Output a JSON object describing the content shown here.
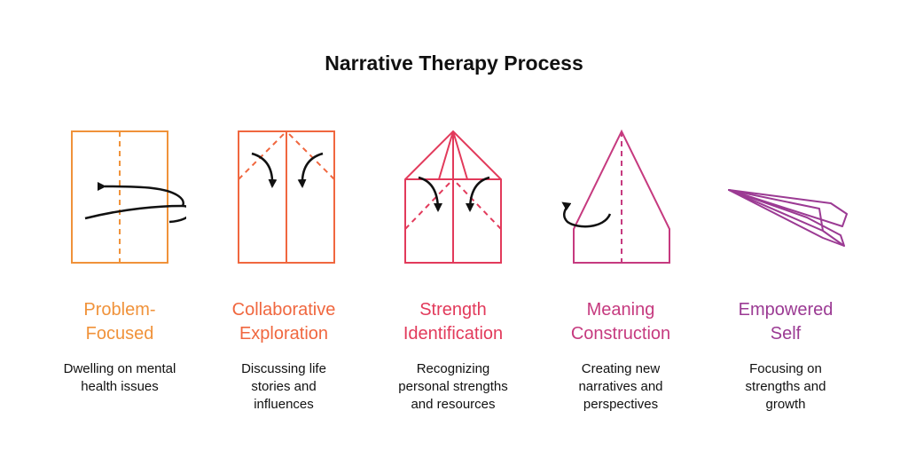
{
  "title": "Narrative Therapy Process",
  "colors": {
    "step1": "#f0923a",
    "step2": "#f0673f",
    "step3": "#e23a5b",
    "step4": "#c63a7f",
    "step5": "#9b3a93",
    "arrow": "#111111"
  },
  "steps": [
    {
      "label": "Problem-\nFocused",
      "description": "Dwelling on mental\nhealth issues",
      "icon": "folded-paper-stage-1-icon"
    },
    {
      "label": "Collaborative\nExploration",
      "description": "Discussing life\nstories and\ninfluences",
      "icon": "folded-paper-stage-2-icon"
    },
    {
      "label": "Strength\nIdentification",
      "description": "Recognizing\npersonal strengths\nand resources",
      "icon": "folded-paper-stage-3-icon"
    },
    {
      "label": "Meaning\nConstruction",
      "description": "Creating new\nnarratives and\nperspectives",
      "icon": "folded-paper-stage-4-icon"
    },
    {
      "label": "Empowered\nSelf",
      "description": "Focusing on\nstrengths and\ngrowth",
      "icon": "paper-airplane-icon"
    }
  ]
}
